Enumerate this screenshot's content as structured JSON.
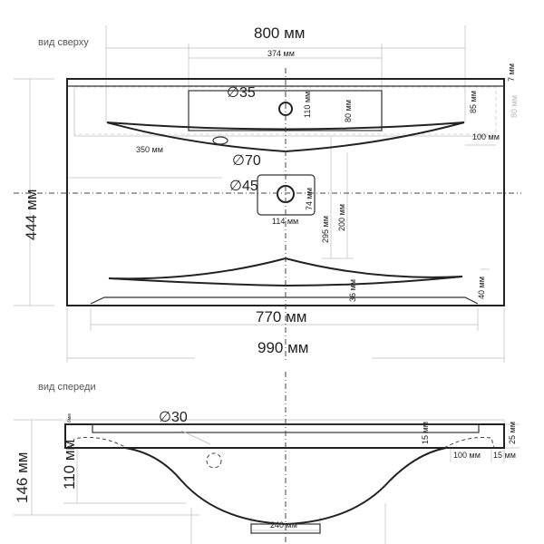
{
  "top_view": {
    "title": "вид сверху",
    "width_800": "800 мм",
    "width_374": "374 мм",
    "height_444": "444 мм",
    "dia_35": "35",
    "dia_70": "70",
    "dia_45": "45",
    "dim_110": "110 мм",
    "dim_80": "80 мм",
    "dim_85": "85 мм",
    "dim_80_right": "80 мм",
    "dim_7": "7 мм",
    "dim_100": "100 мм",
    "dim_350": "350 мм",
    "dim_74": "74 мм",
    "dim_114": "114 мм",
    "dim_295": "295 мм",
    "dim_200": "200 мм",
    "dim_36": "36 мм",
    "dim_40": "40 мм",
    "width_770": "770 мм",
    "width_990": "990 мм"
  },
  "front_view": {
    "title": "вид спереди",
    "dim_6": "6мм",
    "dia_30": "30",
    "height_146": "146 мм",
    "height_110": "110 мм",
    "dim_15_inner": "15 мм",
    "dim_25": "25 мм",
    "dim_100": "100 мм",
    "dim_15": "15 мм",
    "width_240": "240 мм"
  }
}
